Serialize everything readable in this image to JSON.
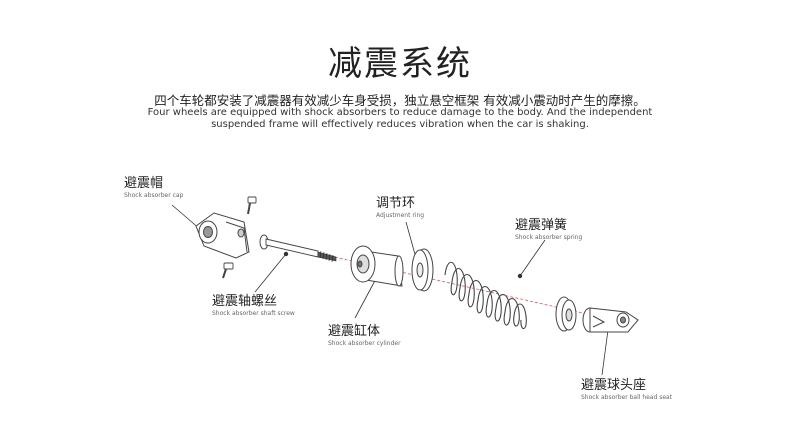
{
  "title": "减震系统",
  "description_cn": "四个车轮都安装了减震器有效减少车身受损，独立悬空框架 有效减小震动时产生的摩擦。",
  "description_en_line1": "Four wheels are equipped with shock absorbers to reduce damage to the body. And the independent",
  "description_en_line2": "suspended frame will effectively reduces vibration when the car is shaking.",
  "labels": {
    "cap": {
      "cn": "避震帽",
      "en": "Shock absorber cap"
    },
    "ring": {
      "cn": "调节环",
      "en": "Adjustment ring"
    },
    "spring": {
      "cn": "避震弹簧",
      "en": "Shock absorber spring"
    },
    "shaft": {
      "cn": "避震轴螺丝",
      "en": "Shock absorber shaft screw"
    },
    "cylinder": {
      "cn": "避震缸体",
      "en": "Shock absorber cylinder"
    },
    "ball": {
      "cn": "避震球头座",
      "en": "Shock absorber ball head seat"
    }
  }
}
